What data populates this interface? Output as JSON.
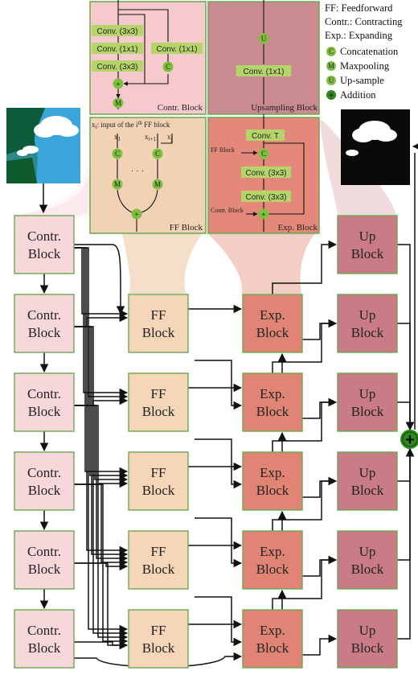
{
  "legend": {
    "ff": "FF: Feedforward",
    "contr": "Contr.: Contracting",
    "exp": "Exp.: Expanding",
    "items": [
      {
        "symbol": "C",
        "label": "Concatenation"
      },
      {
        "symbol": "M",
        "label": "Maxpooling"
      },
      {
        "symbol": "U",
        "label": "Up-sample"
      },
      {
        "symbol": "+",
        "label": "Addition"
      }
    ]
  },
  "detail": {
    "contr": {
      "title": "Contr. Block",
      "convs": [
        "Conv. (3x3)",
        "Conv. (1x1)",
        "Conv. (3x3)",
        "Conv. (1x1)"
      ],
      "ops": [
        "C",
        "+",
        "M"
      ]
    },
    "up": {
      "title": "Upsampling Block",
      "conv": "Conv. (1x1)",
      "op": "U"
    },
    "ff": {
      "title": "FF Block",
      "caption_a": "x",
      "caption_sub": "i",
      "caption_b": ": input of the i",
      "caption_sup": "th",
      "caption_c": " FF block",
      "inputs": [
        "x",
        "x",
        "x"
      ],
      "input_subs": [
        "1",
        "i+1",
        "j"
      ],
      "dots": "· · ·",
      "ops": [
        "C",
        "C",
        "M",
        "M",
        "+"
      ]
    },
    "exp": {
      "title": "Exp. Block",
      "convs": [
        "Conv. T",
        "Conv. (3x3)",
        "Conv. (3x3)"
      ],
      "inputs": [
        "FF Block",
        "Contr. Block"
      ],
      "ops": [
        "C",
        "+"
      ]
    }
  },
  "grid": {
    "contr_l1": "Contr.",
    "contr_l2": "Block",
    "ff_l1": "FF",
    "ff_l2": "Block",
    "exp_l1": "Exp.",
    "exp_l2": "Block",
    "up_l1": "Up",
    "up_l2": "Block",
    "sum": "+"
  },
  "colors": {
    "contr": "#f8d7da",
    "ff": "#f5d6b8",
    "exp": "#e08575",
    "up": "#c97b86",
    "conv": "#b5d56b",
    "op": "#7fbf3f",
    "border": "#6aa84f",
    "contr_panel": "#f6c9cc",
    "up_panel": "#c98b90",
    "ff_panel": "#f2d2b4",
    "exp_panel": "#e4897a"
  }
}
